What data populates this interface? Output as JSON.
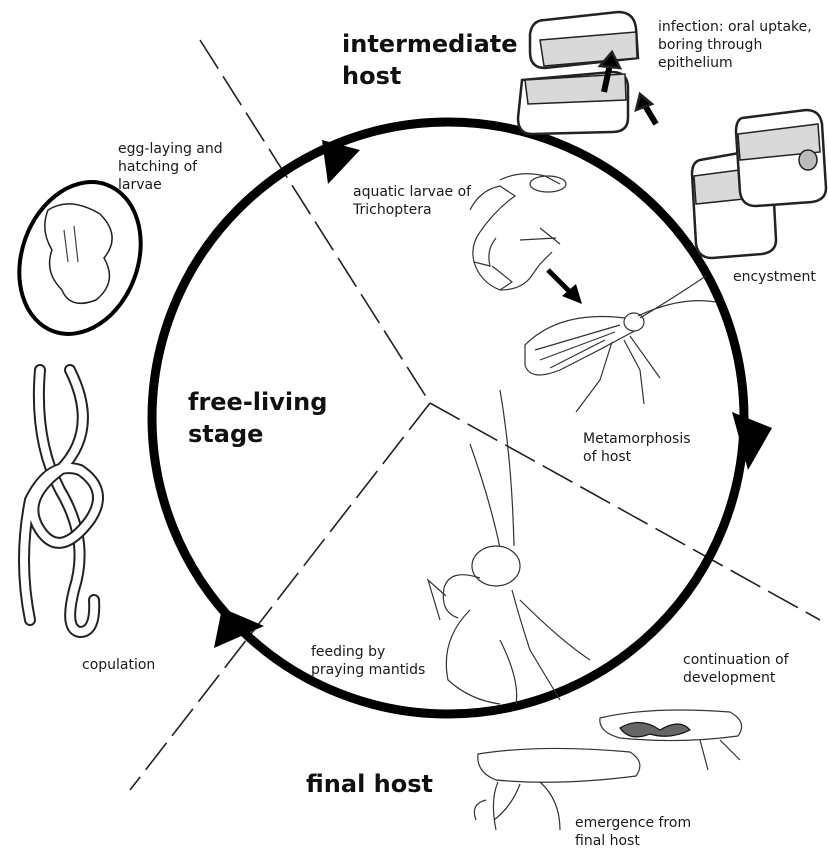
{
  "sections": {
    "intermediate_host": "intermediate\nhost",
    "free_living_stage": "free-living\nstage",
    "final_host": "final host"
  },
  "labels": {
    "infection": "infection: oral uptake,\nboring through\nepithelium",
    "encystment": "encystment",
    "egg_laying": "egg-laying and\nhatching of\nlarvae",
    "aquatic_larvae": "aquatic larvae of\nTrichoptera",
    "metamorphosis": "Metamorphosis\nof host",
    "copulation": "copulation",
    "feeding": "feeding by\npraying mantids",
    "continuation": "continuation of\ndevelopment",
    "emergence": "emergence from\nfinal host"
  }
}
